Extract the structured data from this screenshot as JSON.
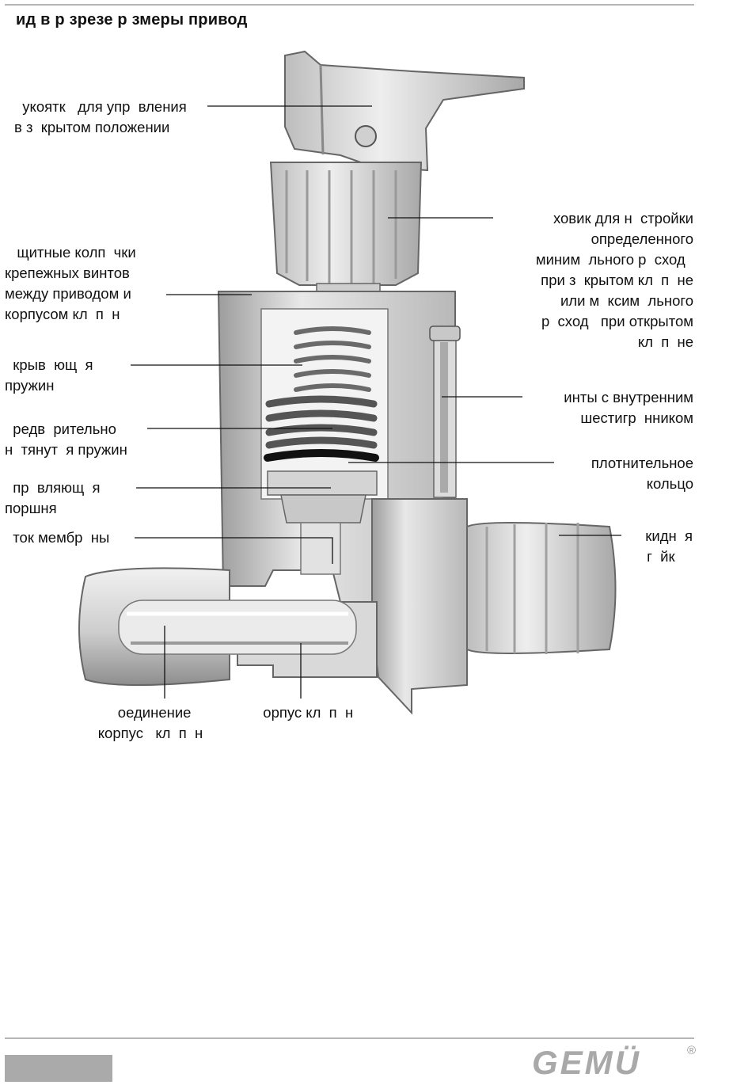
{
  "title": "ид в р  зрезе      р  змеры привод",
  "labels": {
    "handle": "  укоятк   для упр  вления\nв з  крытом положении",
    "knob": "  ховик для н  стройки\nопределенного\nминим  льного р  сход  \nпри з  крытом кл  п  не\nили м  ксим  льного\nр  сход   при открытом\nкл  п  не",
    "caps": "   щитные колп  чки\nкрепежных винтов\nмежду приводом и\nкорпусом кл  п  н",
    "cover_spring": "  крыв  ющ  я\nпружин",
    "preload_spring": "  редв  рительно\nн  тянут  я пружин",
    "screws": "  инты с внутренним\nшестигр  нником",
    "seal": "  плотнительное\nкольцо",
    "piston": "  пр  вляющ  я\nпоршня",
    "membrane": "  ток мембр  ны",
    "nut": "  кидн  я\nг  йк  ",
    "connection": "  оединение\nкорпус   кл  п  н",
    "body": "  орпус кл  п  н"
  },
  "colors": {
    "metal_light": "#e2e2e2",
    "metal_mid": "#c4c4c4",
    "metal_dark": "#8c8c8c",
    "leader": "#111111",
    "rule": "#b5b5b5",
    "logo": "#a9a9a9"
  },
  "logo": {
    "text": "GEMÜ",
    "mark": "®"
  }
}
